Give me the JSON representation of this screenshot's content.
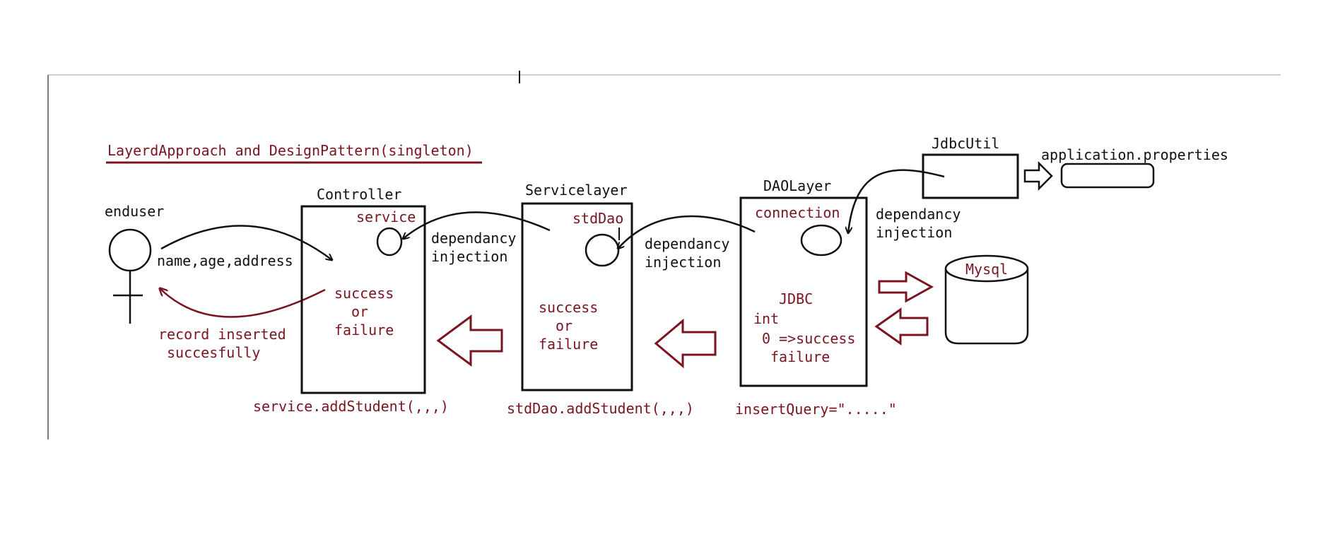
{
  "colors": {
    "black": "#111111",
    "red": "#7a1420",
    "rule": "#d8d8d8"
  },
  "title": "LayerdApproach and DesignPattern(singleton)",
  "enduser": {
    "label": "enduser",
    "input_text": "name,age,address",
    "result_line1": "record inserted",
    "result_line2": "succesfully"
  },
  "controller": {
    "title": "Controller",
    "field": "service",
    "result_line1": "success",
    "result_line2": "or",
    "result_line3": "failure",
    "call": "service.addStudent(,,,)"
  },
  "servicelayer": {
    "title": "Servicelayer",
    "field": "stdDao",
    "result_line1": "success",
    "result_line2": "or",
    "result_line3": "failure",
    "call": "stdDao.addStudent(,,,)"
  },
  "daolayer": {
    "title": "DAOLayer",
    "field": "connection",
    "jdbc": "JDBC",
    "int_label": "int",
    "success_line": "0 =>success",
    "failure_line": "failure",
    "query": "insertQuery=\".....\""
  },
  "injection_1": {
    "line1": "dependancy",
    "line2": "injection"
  },
  "injection_2": {
    "line1": "dependancy",
    "line2": "injection"
  },
  "injection_3": {
    "line1": "dependancy",
    "line2": "injection"
  },
  "jdbcutil": {
    "label": "JdbcUtil"
  },
  "properties": {
    "label": "application.properties"
  },
  "database": {
    "label": "Mysql"
  }
}
